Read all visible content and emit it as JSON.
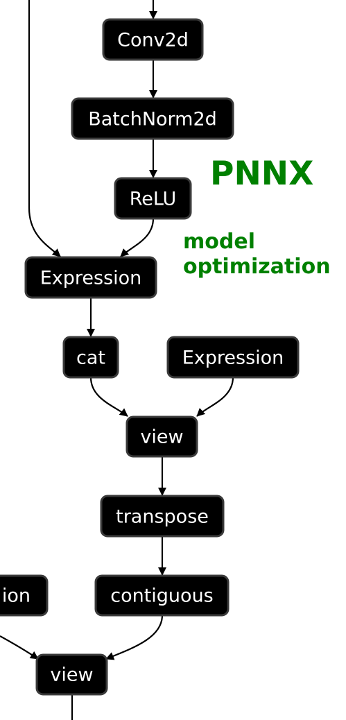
{
  "diagram": {
    "title": "PNNX",
    "subtitle_lines": [
      "model",
      "optimization"
    ],
    "accent_color": "#008000",
    "node_fill": "#000000",
    "node_text_color": "#ffffff",
    "nodes": [
      {
        "id": "conv2d",
        "label": "Conv2d"
      },
      {
        "id": "batchnorm2d",
        "label": "BatchNorm2d"
      },
      {
        "id": "relu",
        "label": "ReLU"
      },
      {
        "id": "expression_1",
        "label": "Expression"
      },
      {
        "id": "cat",
        "label": "cat"
      },
      {
        "id": "expression_2",
        "label": "Expression"
      },
      {
        "id": "view_1",
        "label": "view"
      },
      {
        "id": "transpose",
        "label": "transpose"
      },
      {
        "id": "expression_3_partial",
        "label": "ion"
      },
      {
        "id": "contiguous",
        "label": "contiguous"
      },
      {
        "id": "view_2",
        "label": "view"
      }
    ],
    "edges": [
      {
        "from": "conv2d",
        "to": "batchnorm2d"
      },
      {
        "from": "batchnorm2d",
        "to": "relu"
      },
      {
        "from": "relu",
        "to": "expression_1"
      },
      {
        "from": "expression_1",
        "to": "cat"
      },
      {
        "from": "cat",
        "to": "view_1"
      },
      {
        "from": "expression_2",
        "to": "view_1"
      },
      {
        "from": "view_1",
        "to": "transpose"
      },
      {
        "from": "transpose",
        "to": "contiguous"
      },
      {
        "from": "contiguous",
        "to": "view_2"
      },
      {
        "from": "expression_3_partial",
        "to": "view_2"
      }
    ]
  }
}
